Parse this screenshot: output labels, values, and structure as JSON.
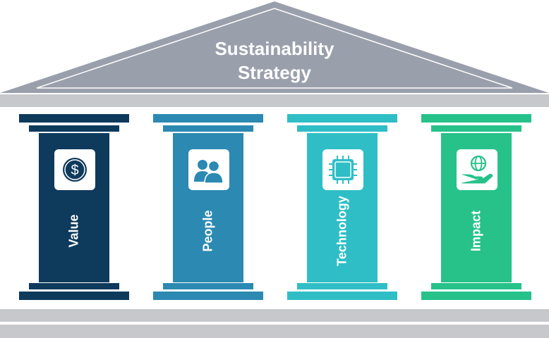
{
  "roof": {
    "title_line1": "Sustainability",
    "title_line2": "Strategy",
    "color": "#9a9fac"
  },
  "pillars": [
    {
      "label": "Value",
      "icon": "dollar-coin-icon",
      "color": "#0e3a5c"
    },
    {
      "label": "People",
      "icon": "people-group-icon",
      "color": "#2b89b2"
    },
    {
      "label": "Technology",
      "icon": "microchip-icon",
      "color": "#2fbec6"
    },
    {
      "label": "Impact",
      "icon": "globe-in-hand-icon",
      "color": "#26c28a"
    }
  ],
  "base_color": "#c6c8cc"
}
